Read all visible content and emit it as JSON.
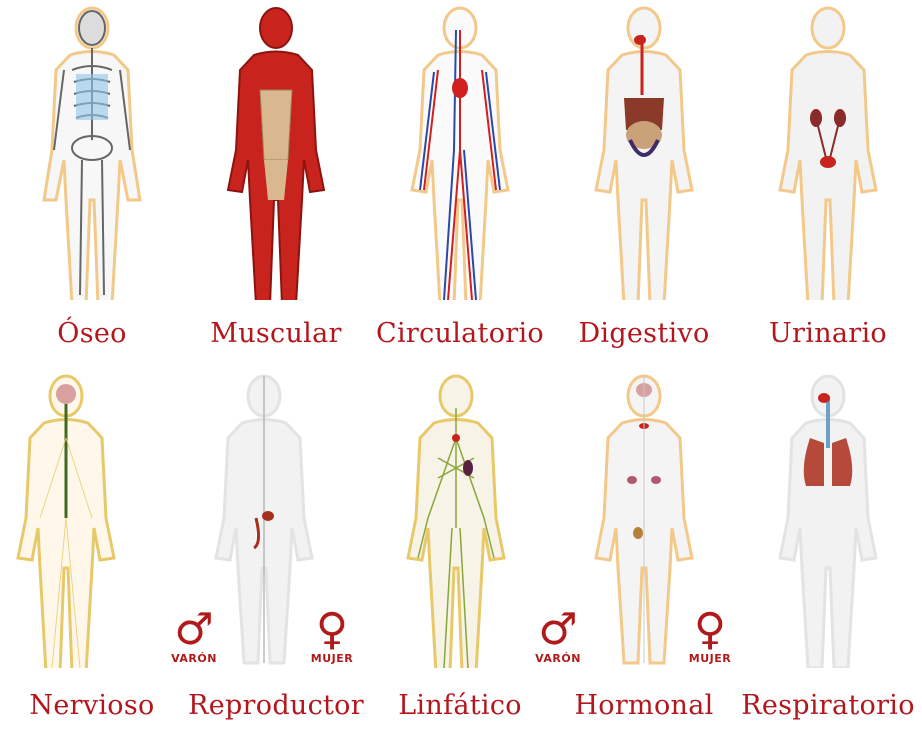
{
  "systems": [
    {
      "label": "Óseo"
    },
    {
      "label": "Muscular"
    },
    {
      "label": "Circulatorio"
    },
    {
      "label": "Digestivo"
    },
    {
      "label": "Urinario"
    },
    {
      "label": "Nervioso"
    },
    {
      "label": "Reproductor"
    },
    {
      "label": "Linfático"
    },
    {
      "label": "Hormonal"
    },
    {
      "label": "Respiratorio"
    }
  ],
  "sex_markers": {
    "male_symbol": "♂",
    "male_label": "VARÓN",
    "female_symbol": "♀",
    "female_label": "MUJER"
  },
  "colors": {
    "label": "#b3161c",
    "skin_outline": "#f2c98a",
    "body_fill": "#f1f1f1",
    "muscle": "#c8231c",
    "bone": "#8a8a8a",
    "artery": "#d21f1f",
    "vein": "#2b4aa8",
    "nerve": "#e8c96a",
    "lymph": "#8aa63a",
    "organ": "#8b3a2a"
  }
}
